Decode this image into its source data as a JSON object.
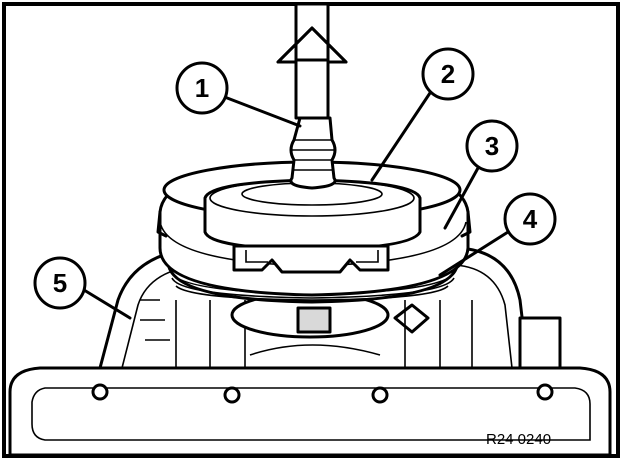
{
  "callouts": [
    {
      "id": 1,
      "text": "1"
    },
    {
      "id": 2,
      "text": "2"
    },
    {
      "id": 3,
      "text": "3"
    },
    {
      "id": 4,
      "text": "4"
    },
    {
      "id": 5,
      "text": "5"
    }
  ],
  "reference": "R24 0240",
  "colors": {
    "ink": "#000000",
    "paper": "#ffffff",
    "shade": "#d9d9d9"
  }
}
